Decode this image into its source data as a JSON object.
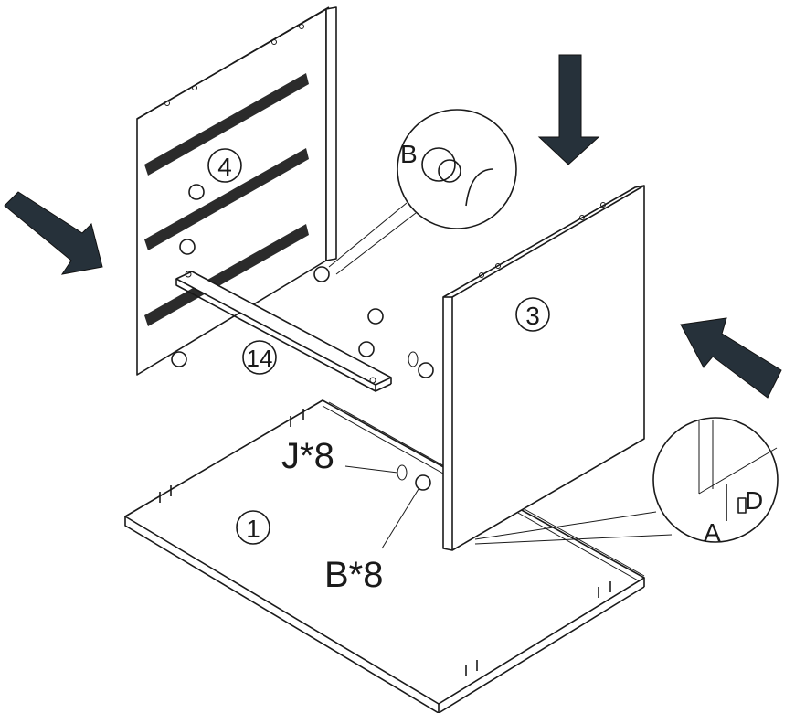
{
  "labels": {
    "part_1": "1",
    "part_3": "3",
    "part_4": "4",
    "part_14": "14",
    "detail_b": "B",
    "detail_a": "A",
    "detail_d": "D",
    "j_count": "J*8",
    "b_count": "B*8"
  },
  "colors": {
    "arrow": "#26313a",
    "line": "#1a1a1a"
  },
  "icons": [
    "down-arrow-icon",
    "right-arrow-icon",
    "left-arrow-icon"
  ]
}
